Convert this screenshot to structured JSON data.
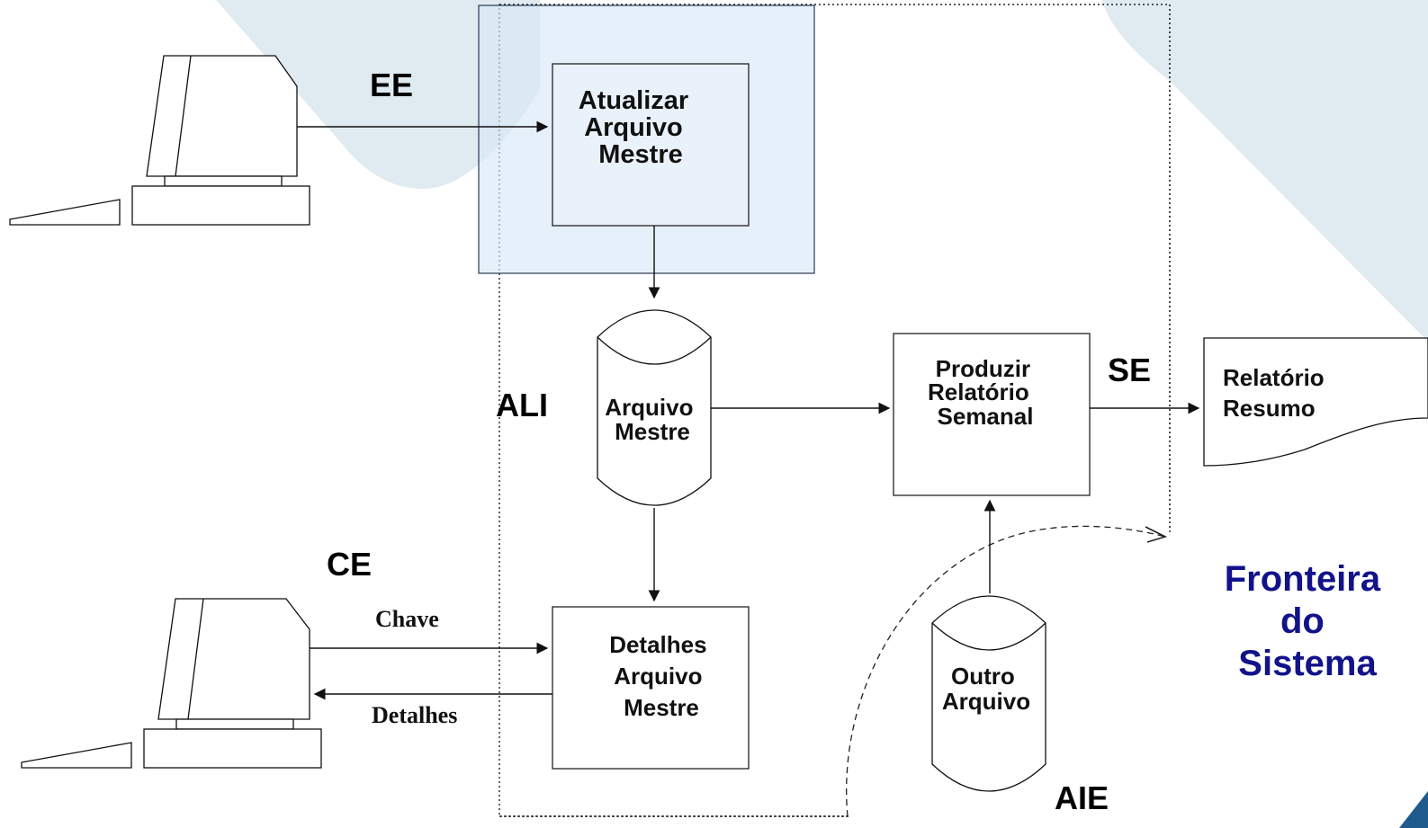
{
  "process_update": [
    "Atualizar",
    "Arquivo",
    "Mestre"
  ],
  "master_file": [
    "Arquivo",
    "Mestre"
  ],
  "process_report": [
    "Produzir",
    "Relatório",
    "Semanal"
  ],
  "report_output": [
    "Relatório",
    "Resumo"
  ],
  "details_box": [
    "Detalhes",
    "Arquivo",
    "Mestre"
  ],
  "other_file": [
    "Outro",
    "Arquivo"
  ],
  "labels": {
    "ee": "EE",
    "ce": "CE",
    "ali": "ALI",
    "se": "SE",
    "aie": "AIE",
    "key": "Chave",
    "details": "Detalhes"
  },
  "boundary": [
    "Fronteira",
    "do",
    "Sistema"
  ],
  "colors": {
    "boundary_text": "#12128a",
    "highlight_fill": "#d9e8f7",
    "highlight_stroke": "#2a3a55",
    "background_shape": "#dbe6ee",
    "corner_accent": "#1f5a8c"
  }
}
